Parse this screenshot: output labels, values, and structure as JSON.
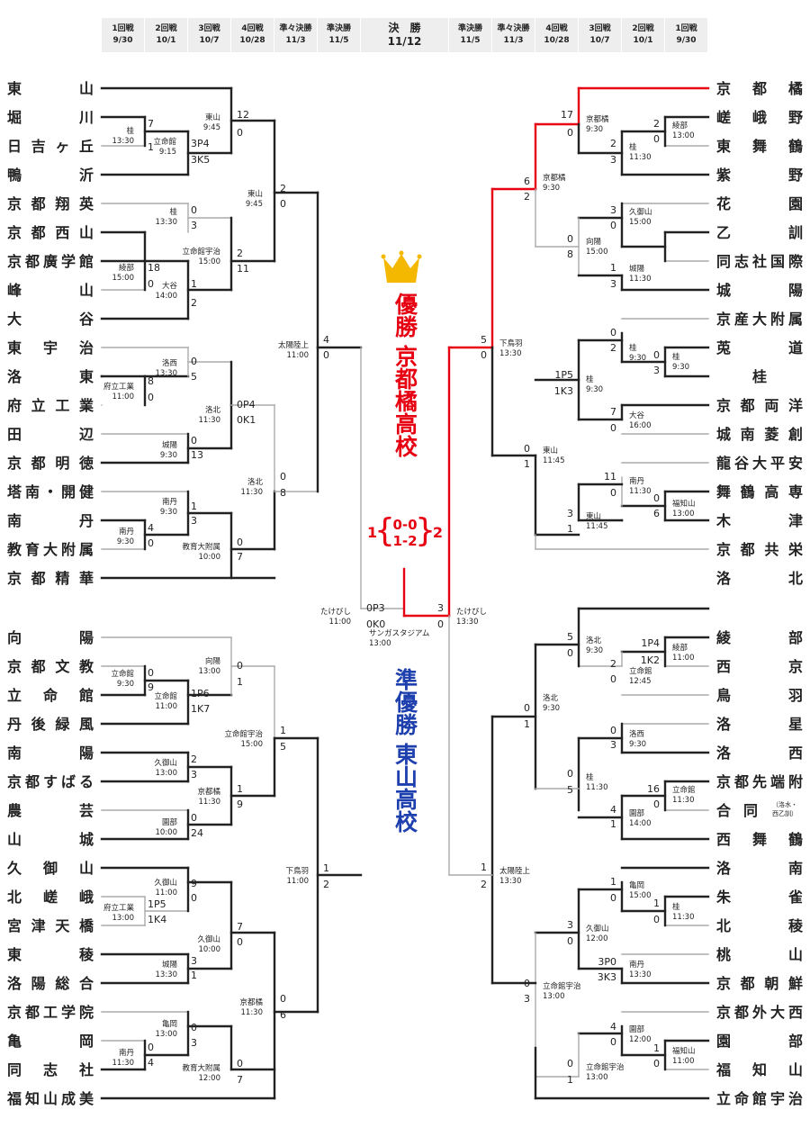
{
  "header": {
    "rounds_left": [
      {
        "round": "1回戦",
        "date": "9/30"
      },
      {
        "round": "2回戦",
        "date": "10/1"
      },
      {
        "round": "3回戦",
        "date": "10/7"
      },
      {
        "round": "4回戦",
        "date": "10/28"
      },
      {
        "round": "準々決勝",
        "date": "11/3"
      },
      {
        "round": "準決勝",
        "date": "11/5"
      }
    ],
    "final": {
      "round": "決　勝",
      "date": "11/12"
    },
    "rounds_right": [
      {
        "round": "準決勝",
        "date": "11/5"
      },
      {
        "round": "準々決勝",
        "date": "11/3"
      },
      {
        "round": "4回戦",
        "date": "10/28"
      },
      {
        "round": "3回戦",
        "date": "10/7"
      },
      {
        "round": "2回戦",
        "date": "10/1"
      },
      {
        "round": "1回戦",
        "date": "9/30"
      }
    ]
  },
  "teams_left": [
    "東山",
    "堀川",
    "日吉ヶ丘",
    "鴨沂",
    "京都翔英",
    "京都西山",
    "京都廣学館",
    "峰山",
    "大谷",
    "東宇治",
    "洛東",
    "府立工業",
    "田辺",
    "京都明徳",
    "塔南・開健",
    "南丹",
    "教育大附属",
    "京都精華",
    "向陽",
    "京都文教",
    "立命館",
    "丹後緑風",
    "南陽",
    "京都すばる",
    "農芸",
    "山城",
    "久御山",
    "北嵯峨",
    "宮津天橋",
    "東稜",
    "洛陽総合",
    "京都工学院",
    "亀岡",
    "同志社",
    "福知山成美"
  ],
  "teams_right": [
    "京都橘",
    "嵯峨野",
    "東舞鶴",
    "紫野",
    "花園",
    "乙訓",
    "同志社国際",
    "城陽",
    "京産大附属",
    "莵道",
    "桂",
    "京都両洋",
    "城南菱創",
    "龍谷大平安",
    "舞鶴高専",
    "木津",
    "京都共栄",
    "洛北",
    "綾部",
    "西京",
    "鳥羽",
    "洛星",
    "洛西",
    "京都先端附",
    "合同",
    "西舞鶴",
    "洛南",
    "朱雀",
    "北稜",
    "桃山",
    "京都朝鮮",
    "京都外大西",
    "園部",
    "福知山",
    "立命館宇治"
  ],
  "team_notes": {
    "合同": "（洛水・西乙訓）"
  },
  "champion": {
    "label": "優勝",
    "team": "京都橘高校"
  },
  "runner_up": {
    "label": "準優勝",
    "team": "東山高校"
  },
  "final_game": {
    "left_total": "1",
    "right_total": "2",
    "innings_top": "0-0",
    "innings_bottom": "1-2",
    "left_score": "0P3",
    "left_pk": "0K0",
    "right_score": "3",
    "right_pk": "0",
    "left_venue": "たけびし\n11:00",
    "right_venue": "たけびし\n13:30",
    "final_venue": "サンガスタジアム\n13:00"
  },
  "colors": {
    "winner_path": "#e60012",
    "winner_line": "#222222",
    "loser_line": "#aaaaaa",
    "champion": "#e60012",
    "runner_up": "#1e3fae",
    "crown": "#f5b800"
  },
  "icons": {
    "crown": "crown-icon"
  },
  "matches": [
    {
      "side": "L",
      "t": "桂\n13:30",
      "s1": "7",
      "s2": "1"
    },
    {
      "side": "L",
      "t": "立命館\n9:15",
      "s1": "3P4",
      "s2": "3K5"
    },
    {
      "side": "L",
      "t": "東山\n9:45",
      "s1": "12",
      "s2": "0"
    },
    {
      "side": "L",
      "t": "桂\n13:30",
      "s1": "0",
      "s2": "3"
    },
    {
      "side": "L",
      "t": "綾部\n15:00",
      "s1": "18",
      "s2": "0"
    },
    {
      "side": "L",
      "t": "大谷\n14:00",
      "s1": "1",
      "s2": "2"
    },
    {
      "side": "L",
      "t": "立命館宇治\n15:00",
      "s1": "2",
      "s2": "11"
    },
    {
      "side": "L",
      "t": "東山\n9:45",
      "s1": "2",
      "s2": "0"
    },
    {
      "side": "L",
      "t": "洛西\n13:30",
      "s1": "0",
      "s2": "5"
    },
    {
      "side": "L",
      "t": "府立工業\n11:00",
      "s1": "8",
      "s2": "0"
    },
    {
      "side": "L",
      "t": "洛北\n11:30",
      "s1": "0P4",
      "s2": "0K1"
    },
    {
      "side": "L",
      "t": "城陽\n9:30",
      "s1": "0",
      "s2": "13"
    },
    {
      "side": "L",
      "t": "南丹\n9:30",
      "s1": "1",
      "s2": "3"
    },
    {
      "side": "L",
      "t": "南丹\n9:30",
      "s1": "4",
      "s2": "0"
    },
    {
      "side": "L",
      "t": "教育大附属\n10:00",
      "s1": "0",
      "s2": "7"
    },
    {
      "side": "L",
      "t": "洛北\n11:30",
      "s1": "0",
      "s2": "8"
    },
    {
      "side": "L",
      "t": "太陽陸上\n11:00",
      "s1": "4",
      "s2": "0"
    }
  ]
}
